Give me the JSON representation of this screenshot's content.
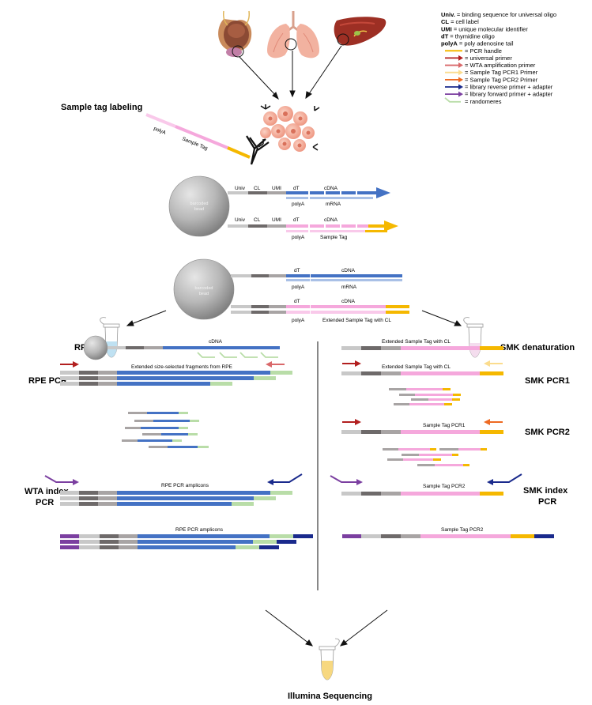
{
  "legend": [
    {
      "term": "Univ.",
      "text": " = binding sequence for universal oligo",
      "marker": "none"
    },
    {
      "term": "CL",
      "text": " = cell label",
      "marker": "none"
    },
    {
      "term": "UMI",
      "text": " = unique molecular identifier",
      "marker": "none"
    },
    {
      "term": "dT",
      "text": " = thymidine oligo",
      "marker": "none"
    },
    {
      "term": "polyA",
      "text": " = poly adenosine tail",
      "marker": "none"
    },
    {
      "term": "",
      "text": "= PCR handle",
      "marker": "line",
      "color": "#F5B800"
    },
    {
      "term": "",
      "text": "= universal primer",
      "marker": "arrow",
      "color": "#B21F1F"
    },
    {
      "term": "",
      "text": "= WTA amplification primer",
      "marker": "arrow",
      "color": "#D9686A"
    },
    {
      "term": "",
      "text": "= Sample Tag PCR1 Primer",
      "marker": "arrow",
      "color": "#FBDC8E"
    },
    {
      "term": "",
      "text": "= Sample Tag PCR2 Primer",
      "marker": "arrow",
      "color": "#EE6A22"
    },
    {
      "term": "",
      "text": "= library reverse primer + adapter",
      "marker": "arrow",
      "color": "#1A2A8C"
    },
    {
      "term": "",
      "text": "= library forward primer + adapter",
      "marker": "arrow",
      "color": "#7B3FA0"
    },
    {
      "term": "",
      "text": "= randomeres",
      "marker": "hook",
      "color": "#B9DDA8"
    }
  ],
  "steps": {
    "sample_tag_labeling": "Sample tag labeling",
    "rpe": "RPE",
    "rpe_pcr": "RPE PCR",
    "wta_index_pcr_1": "WTA index",
    "wta_index_pcr_2": "PCR",
    "smk_denaturation": "SMK denaturation",
    "smk_pcr1": "SMK PCR1",
    "smk_pcr2": "SMK PCR2",
    "smk_index_pcr_1": "SMK index",
    "smk_index_pcr_2": "PCR",
    "illumina": "Illumina Sequencing"
  },
  "sample_tag_antibody": {
    "polyA": "polyA",
    "sample_tag": "Sample Tag"
  },
  "bead1": {
    "bead_line1": "barcoded",
    "bead_line2": "bead",
    "univ": "Univ",
    "cl": "CL",
    "umi": "UMI",
    "dT_a": "dT",
    "cDNA_a": "cDNA",
    "polyA_a": "polyA",
    "mRNA": "mRNA",
    "dT_b": "dT",
    "cDNA_b": "cDNA",
    "polyA_b": "polyA",
    "sample_tag": "Sample Tag"
  },
  "bead2": {
    "bead_line1": "barcoded",
    "bead_line2": "bead",
    "dT_a": "dT",
    "cDNA_a": "cDNA",
    "polyA_a": "polyA",
    "mRNA": "mRNA",
    "dT_b": "dT",
    "cDNA_b": "cDNA",
    "polyA_b": "polyA",
    "extended": "Extended Sample Tag with CL"
  },
  "left": {
    "rpe_cdna": "cDNA",
    "rpe_pcr_label": "Extended size-selected fragments from RPE",
    "wta_amplicons": "RPE PCR amplicons",
    "final_amplicons": "RPE PCR amplicons"
  },
  "right": {
    "denat_label": "Extended Sample Tag with CL",
    "pcr1_label": "Extended Sample Tag with CL",
    "pcr2_label": "Sample Tag PCR1",
    "index_label": "Sample Tag PCR2",
    "final_label": "Sample Tag PCR2"
  },
  "colors": {
    "blue": "#4472C4",
    "light_blue": "#A9C0E6",
    "pink": "#F5A8DC",
    "light_pink": "#F9C9EA",
    "yellow": "#F5B800",
    "gray_light": "#C8C8C8",
    "gray_dark": "#6E6A6A",
    "gray_mid": "#A8A4A4",
    "green": "#B9DDA8",
    "purple": "#7B3FA0",
    "navy": "#1A2A8C",
    "red": "#B21F1F",
    "orange": "#EE6A22",
    "light_yellow": "#FBDC8E",
    "salmon": "#D9686A"
  }
}
